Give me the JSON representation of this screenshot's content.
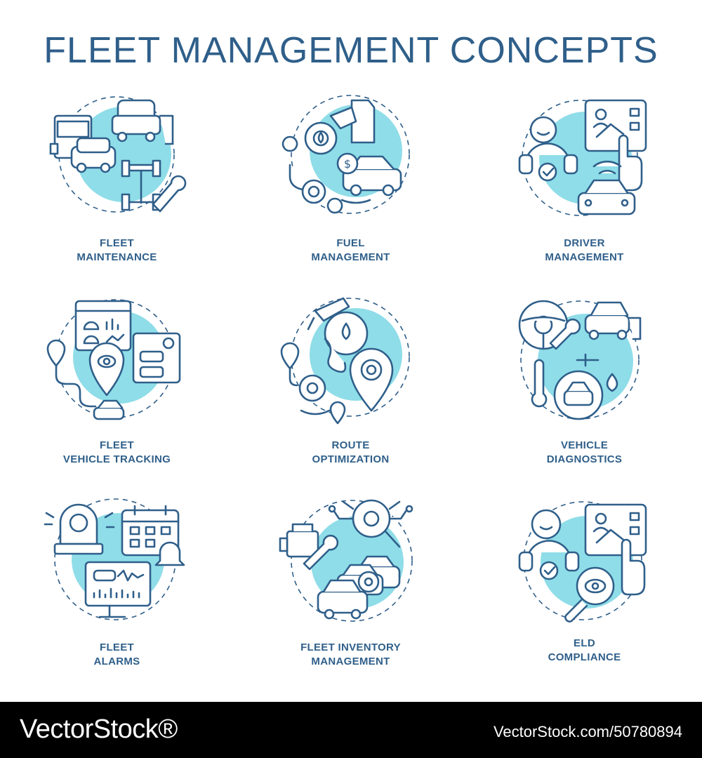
{
  "title": "FLEET MANAGEMENT CONCEPTS",
  "colors": {
    "accent": "#8fdde8",
    "stroke": "#2f5f8a",
    "footer": "#000000"
  },
  "concepts": [
    {
      "line1": "FLEET",
      "line2": "MAINTENANCE",
      "icon": "fleet-maintenance-icon"
    },
    {
      "line1": "FUEL",
      "line2": "MANAGEMENT",
      "icon": "fuel-management-icon"
    },
    {
      "line1": "DRIVER",
      "line2": "MANAGEMENT",
      "icon": "driver-management-icon"
    },
    {
      "line1": "FLEET",
      "line2": "VEHICLE TRACKING",
      "icon": "vehicle-tracking-icon"
    },
    {
      "line1": "ROUTE",
      "line2": "OPTIMIZATION",
      "icon": "route-optimization-icon"
    },
    {
      "line1": "VEHICLE",
      "line2": "DIAGNOSTICS",
      "icon": "vehicle-diagnostics-icon"
    },
    {
      "line1": "FLEET",
      "line2": "ALARMS",
      "icon": "fleet-alarms-icon"
    },
    {
      "line1": "FLEET INVENTORY",
      "line2": "MANAGEMENT",
      "icon": "fleet-inventory-icon"
    },
    {
      "line1": "ELD",
      "line2": "COMPLIANCE",
      "icon": "eld-compliance-icon"
    }
  ],
  "footer": {
    "brand": "VectorStock®",
    "image_id": "VectorStock.com/50780894"
  }
}
